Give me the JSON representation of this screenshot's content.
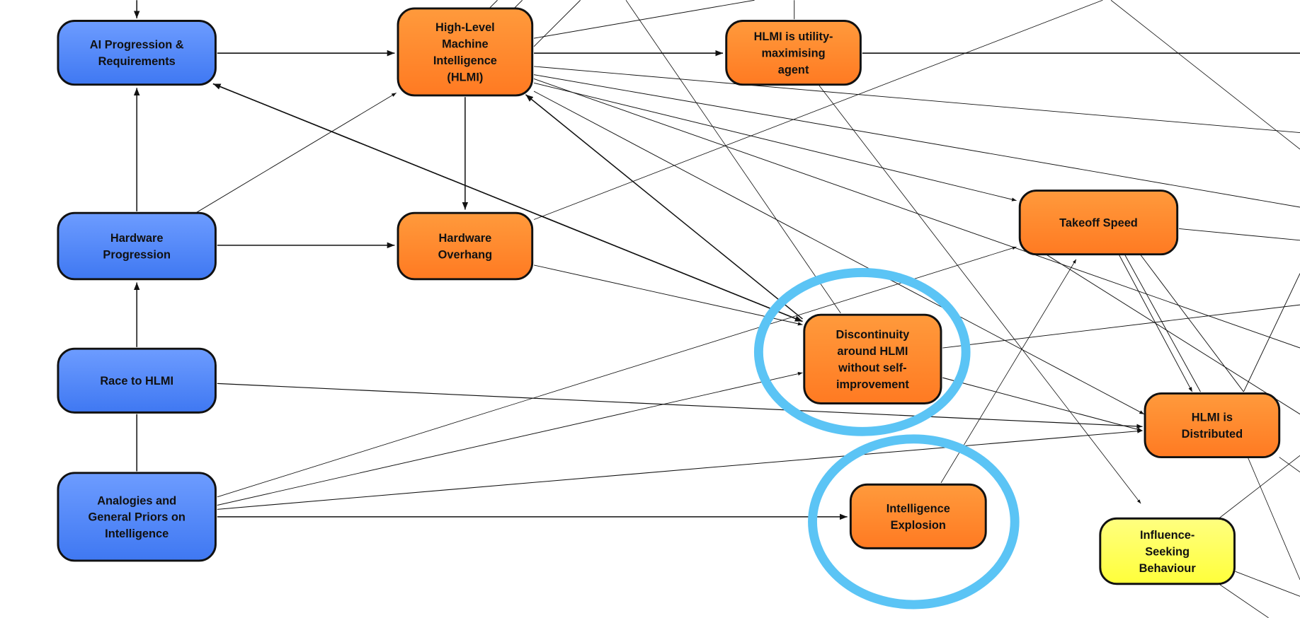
{
  "colors": {
    "blue": "#4f86f7",
    "orange": "#ff8a2a",
    "yellow": "#ffff55",
    "highlight": "#5bc4f5"
  },
  "nodes": [
    {
      "id": "ai",
      "lines": [
        "AI Progression &",
        "Requirements"
      ],
      "color": "blue"
    },
    {
      "id": "hlmi",
      "lines": [
        "High-Level",
        "Machine",
        "Intelligence",
        "(HLMI)"
      ],
      "color": "orange"
    },
    {
      "id": "util",
      "lines": [
        "HLMI is utility-",
        "maximising",
        "agent"
      ],
      "color": "orange"
    },
    {
      "id": "hwp",
      "lines": [
        "Hardware",
        "Progression"
      ],
      "color": "blue"
    },
    {
      "id": "hwo",
      "lines": [
        "Hardware",
        "Overhang"
      ],
      "color": "orange"
    },
    {
      "id": "tak",
      "lines": [
        "Takeoff Speed"
      ],
      "color": "orange"
    },
    {
      "id": "dis",
      "lines": [
        "Discontinuity",
        "around HLMI",
        "without self-",
        "improvement"
      ],
      "color": "orange"
    },
    {
      "id": "race",
      "lines": [
        "Race to HLMI"
      ],
      "color": "blue"
    },
    {
      "id": "distr",
      "lines": [
        "HLMI is",
        "Distributed"
      ],
      "color": "orange"
    },
    {
      "id": "ana",
      "lines": [
        "Analogies and",
        "General Priors on",
        "Intelligence"
      ],
      "color": "blue"
    },
    {
      "id": "ie",
      "lines": [
        "Intelligence",
        "Explosion"
      ],
      "color": "orange"
    },
    {
      "id": "inf",
      "lines": [
        "Influence-",
        "Seeking",
        "Behaviour"
      ],
      "color": "yellow"
    }
  ],
  "highlighted": [
    "dis",
    "ie"
  ]
}
